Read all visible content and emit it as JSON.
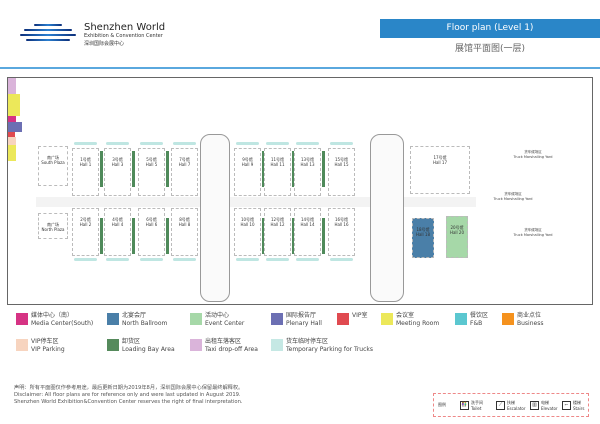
{
  "header": {
    "brand_en": "Shenzhen World",
    "brand_sub": "Exhibition & Convention Center",
    "brand_cn": "深圳国际会展中心",
    "title": "Floor plan (Level 1)",
    "subtitle": "展馆平面图(一层)"
  },
  "map": {
    "south_plaza": {
      "cn": "南广场",
      "en": "South Plaza"
    },
    "north_plaza": {
      "cn": "南广场",
      "en": "North Plaza"
    },
    "halls_top": [
      {
        "cn": "1号馆",
        "en": "Hall 1"
      },
      {
        "cn": "3号馆",
        "en": "Hall 3"
      },
      {
        "cn": "5号馆",
        "en": "Hall 5"
      },
      {
        "cn": "7号馆",
        "en": "Hall 7"
      },
      {
        "cn": "9号馆",
        "en": "Hall 9"
      },
      {
        "cn": "11号馆",
        "en": "Hall 11"
      },
      {
        "cn": "13号馆",
        "en": "Hall 13"
      },
      {
        "cn": "15号馆",
        "en": "Hall 15"
      }
    ],
    "halls_bottom": [
      {
        "cn": "2号馆",
        "en": "Hall 2"
      },
      {
        "cn": "4号馆",
        "en": "Hall 4"
      },
      {
        "cn": "6号馆",
        "en": "Hall 6"
      },
      {
        "cn": "8号馆",
        "en": "Hall 8"
      },
      {
        "cn": "10号馆",
        "en": "Hall 10"
      },
      {
        "cn": "12号馆",
        "en": "Hall 12"
      },
      {
        "cn": "14号馆",
        "en": "Hall 14"
      },
      {
        "cn": "16号馆",
        "en": "Hall 16"
      }
    ],
    "hall17": {
      "cn": "17号馆",
      "en": "Hall 17"
    },
    "hall18": {
      "cn": "18号馆",
      "en": "Hall 18"
    },
    "hall20": {
      "cn": "20号馆",
      "en": "Hall 20"
    },
    "yard": {
      "cn": "货车候场区",
      "en": "Truck Marshalling Yard"
    }
  },
  "legend": [
    {
      "cn": "媒体中心（南）",
      "en": "Media Center(South)",
      "color": "#d63384"
    },
    {
      "cn": "北宴会厅",
      "en": "North Ballroom",
      "color": "#4a7fa8"
    },
    {
      "cn": "活动中心",
      "en": "Event Center",
      "color": "#a6d8a8"
    },
    {
      "cn": "国际报告厅",
      "en": "Plenary Hall",
      "color": "#6c6fb3"
    },
    {
      "cn": "VIP室",
      "en": "",
      "color": "#e04a50"
    },
    {
      "cn": "会议室",
      "en": "Meeting Room",
      "color": "#ece85a"
    },
    {
      "cn": "餐饮区",
      "en": "F&B",
      "color": "#5bc7d0"
    },
    {
      "cn": "商业点位",
      "en": "Business",
      "color": "#f5921e"
    },
    {
      "cn": "VIP停车区",
      "en": "VIP Parking",
      "color": "#f7d4bf"
    },
    {
      "cn": "卸货区",
      "en": "Loading Bay Area",
      "color": "#558a5c"
    },
    {
      "cn": "出租车落客区",
      "en": "Taxi drop-off Area",
      "color": "#dab4da"
    },
    {
      "cn": "货车临时停车区",
      "en": "Temporary Parking for Trucks",
      "color": "#c5e8e4"
    }
  ],
  "disclaimer": [
    "声明：所有平面图仅作参考用途，最后更新日期为2019年8月，深圳国际会展中心保留最终解释权。",
    "Disclaimer: All floor plans are for reference only and were last updated in August 2019.",
    "Shenzhen World Exhibition&Convention Center reserves the right of final interpretation."
  ],
  "icons": {
    "title": "图例",
    "items": [
      {
        "cn": "洗手间",
        "en": "Toilet",
        "glyph": "👫"
      },
      {
        "cn": "扶梯",
        "en": "Escalator",
        "glyph": "⟋"
      },
      {
        "cn": "电梯",
        "en": "Elevator",
        "glyph": "▥"
      },
      {
        "cn": "楼梯",
        "en": "Stairs",
        "glyph": "⌐"
      }
    ]
  }
}
